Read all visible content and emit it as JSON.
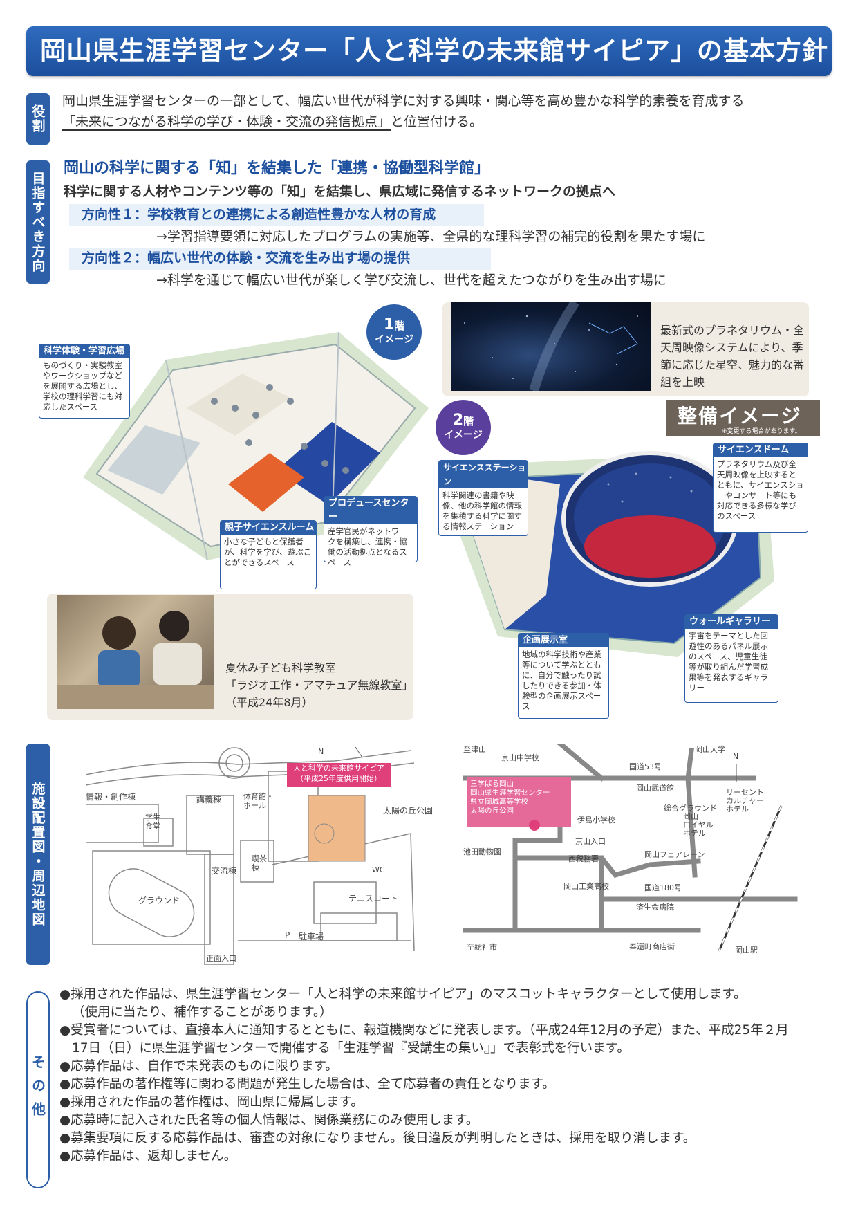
{
  "header": {
    "title": "岡山県生涯学習センター「人と科学の未来館サイピア」の基本方針"
  },
  "role": {
    "tag": "役割",
    "line1": "岡山県生涯学習センターの一部として、幅広い世代が科学に対する興味・関心等を高め豊かな科学的素養を育成する",
    "line2_underlined": "「未来につながる科学の学び・体験・交流の発信拠点」",
    "line2_rest": "と位置付ける。"
  },
  "direction": {
    "tag": "目指すべき方向",
    "title": "岡山の科学に関する「知」を結集した「連携・協働型科学館」",
    "subtitle": "科学に関する人材やコンテンツ等の「知」を結集し、県広域に発信するネットワークの拠点へ",
    "items": [
      {
        "label": "方向性１：学校教育との連携による創造性豊かな人材の育成",
        "detail": "→学習指導要領に対応したプログラムの実施等、全県的な理科学習の補完的役割を果たす場に"
      },
      {
        "label": "方向性２：幅広い世代の体験・交流を生み出す場の提供",
        "detail": "→科学を通じて幅広い世代が楽しく学び交流し、世代を超えたつながりを生み出す場に"
      }
    ]
  },
  "floor1": {
    "bubble_num": "1",
    "bubble_unit": "階",
    "bubble_text": "イメージ",
    "panels": [
      {
        "title": "科学体験・学習広場",
        "body": "ものづくり・実験教室やワークショップなどを展開する広場とし、学校の理科学習にも対応したスペース"
      },
      {
        "title": "プロデュースセンター",
        "body": "産学官民がネットワークを構築し、連携・協働の活動拠点となるスペース"
      },
      {
        "title": "親子サイエンスルーム",
        "body": "小さな子どもと保護者が、科学を学び、遊ぶことができるスペース"
      }
    ]
  },
  "planetarium": {
    "caption": "最新式のプラネタリウム・全天周映像システムにより、季節に応じた星空、魅力的な番組を上映"
  },
  "seibi": {
    "title": "整備イメージ",
    "note": "※変更する場合があります。"
  },
  "floor2": {
    "bubble_num": "2",
    "bubble_unit": "階",
    "bubble_text": "イメージ",
    "panels": [
      {
        "title": "サイエンスステーション",
        "body": "科学関連の書籍や映像、他の科学館の情報を集積する科学に関する情報ステーション"
      },
      {
        "title": "サイエンスドーム",
        "body": "プラネタリウム及び全天周映像を上映するとともに、サイエンスショーやコンサート等にも対応できる多様な学びのスペース"
      },
      {
        "title": "ウォールギャラリー",
        "body": "宇宙をテーマとした回遊性のあるパネル展示のスペース、児童生徒等が取り組んだ学習成果等を発表するギャラリー"
      },
      {
        "title": "企画展示室",
        "body": "地域の科学技術や産業等について学ぶとともに、自分で触ったり試したりできる参加・体験型の企画展示スペース"
      }
    ]
  },
  "photo_caption": {
    "line1": "夏休み子ども科学教室",
    "line2": "「ラジオ工作・アマチュア無線教室」",
    "line3": "（平成24年8月）"
  },
  "facility": {
    "tag": "施設配置図・周辺地図",
    "north": "N",
    "highlight_line1": "人と科学の未来館サイピア",
    "highlight_line2": "（平成25年度供用開始）",
    "buildings": [
      "情報・創作棟",
      "学生食堂",
      "講義棟",
      "体育館・ホール",
      "太陽の丘公園",
      "交流棟",
      "喫茶棟",
      "WC",
      "グラウンド",
      "テニスコート",
      "P",
      "駐車場",
      "正面入口"
    ]
  },
  "area_map": {
    "north": "N",
    "highlight": [
      "三学ぱる岡山",
      "岡山県生涯学習センター",
      "県立岡城高等学校",
      "太陽の丘公園"
    ],
    "labels": {
      "shizuyama": "至津山",
      "kyoyama_jhs": "京山中学校",
      "route53": "国道53号",
      "okayama_univ": "岡山大学",
      "budokan": "岡山武道館",
      "sogo_ground": "総合グラウンド",
      "regent": "リーセント",
      "culture": "カルチャー",
      "hotel": "ホテル",
      "royal": "岡山",
      "royal2": "ロイヤル",
      "royal3": "ホテル",
      "ishima": "伊島小学校",
      "kyoyama_ent": "京山入口",
      "zoo": "池田動物園",
      "tax": "西税務署",
      "fairlane": "岡山フェアレーン",
      "kogyo": "岡山工業高校",
      "route180": "国道180号",
      "saiseikai": "済生会病院",
      "soja": "至総社市",
      "hosen": "奉還町商店街",
      "station": "岡山駅"
    }
  },
  "other": {
    "tag": "その他",
    "bullets": [
      [
        "●採用された作品は、県生涯学習センター「人と科学の未来館サイピア」のマスコットキャラクターとして使用します。",
        "（使用に当たり、補作することがあります。）"
      ],
      [
        "●受賞者については、直接本人に通知するとともに、報道機関などに発表します。（平成24年12月の予定）また、平成25年２月",
        "17日（日）に県生涯学習センターで開催する「生涯学習『受講生の集い』」で表彰式を行います。"
      ],
      [
        "●応募作品は、自作で未発表のものに限ります。"
      ],
      [
        "●応募作品の著作権等に関わる問題が発生した場合は、全て応募者の責任となります。"
      ],
      [
        "●採用された作品の著作権は、岡山県に帰属します。"
      ],
      [
        "●応募時に記入された氏名等の個人情報は、関係業務にのみ使用します。"
      ],
      [
        "●募集要項に反する応募作品は、審査の対象になりません。後日違反が判明したときは、採用を取り消します。"
      ],
      [
        "●応募作品は、返却しません。"
      ]
    ]
  },
  "colors": {
    "primary": "#2d5fa8",
    "dark": "#1c4f9e",
    "purple": "#5b3f9c",
    "pink": "#e0407a",
    "light": "#e8f0fa"
  }
}
